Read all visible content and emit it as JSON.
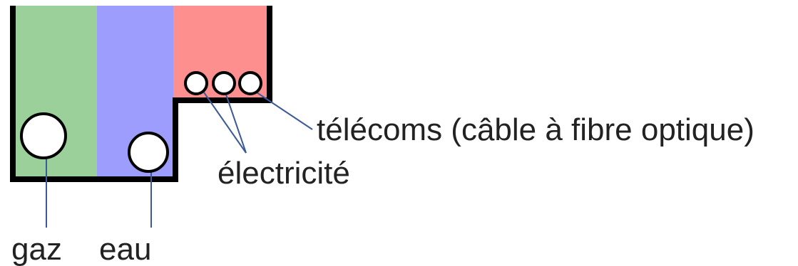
{
  "diagram": {
    "labels": {
      "gas": "gaz",
      "water": "eau",
      "electricity": "électricité",
      "telecom": "télécoms (câble à fibre optique)"
    },
    "colors": {
      "gas_zone": "#9bd09b",
      "water_zone": "#9d9dfd",
      "telecom_zone": "#fd8f8f",
      "trench_wall": "#000000",
      "leader_line": "#3d5a98",
      "pipe_fill": "#ffffff",
      "pipe_outline": "#000000"
    }
  }
}
